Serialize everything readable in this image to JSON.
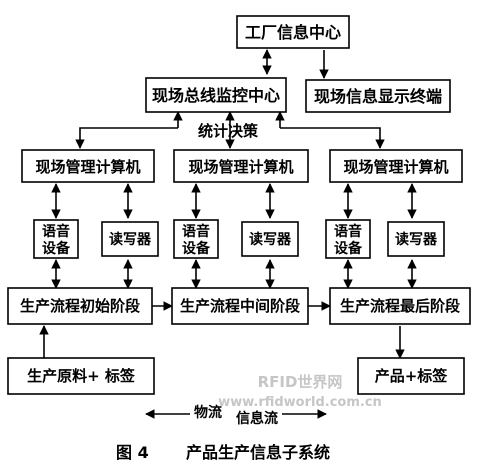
{
  "diagram": {
    "factory_center": "工厂信息中心",
    "bus_monitor": "现场总线监控中心",
    "display_terminal": "现场信息显示终端",
    "stats_decision": "统计决策",
    "computer_1": "现场管理计算机",
    "computer_2": "现场管理计算机",
    "computer_3": "现场管理计算机",
    "voice_1": [
      "语音",
      "设备"
    ],
    "voice_2": [
      "语音",
      "设备"
    ],
    "voice_3": [
      "语音",
      "设备"
    ],
    "reader_1": "读写器",
    "reader_2": "读写器",
    "reader_3": "读写器",
    "stage_start": "生产流程初始阶段",
    "stage_middle": "生产流程中间阶段",
    "stage_final": "生产流程最后阶段",
    "raw_material": "生产原料+ 标签",
    "product_label": "产品+标签",
    "legend_material": "物流",
    "legend_info": "信息流"
  },
  "watermark": {
    "line1": "RFID世界网",
    "line2": "www.rfidworld.com.cn"
  },
  "caption": {
    "figure_no": "图 4",
    "title": "产品生产信息子系统"
  }
}
